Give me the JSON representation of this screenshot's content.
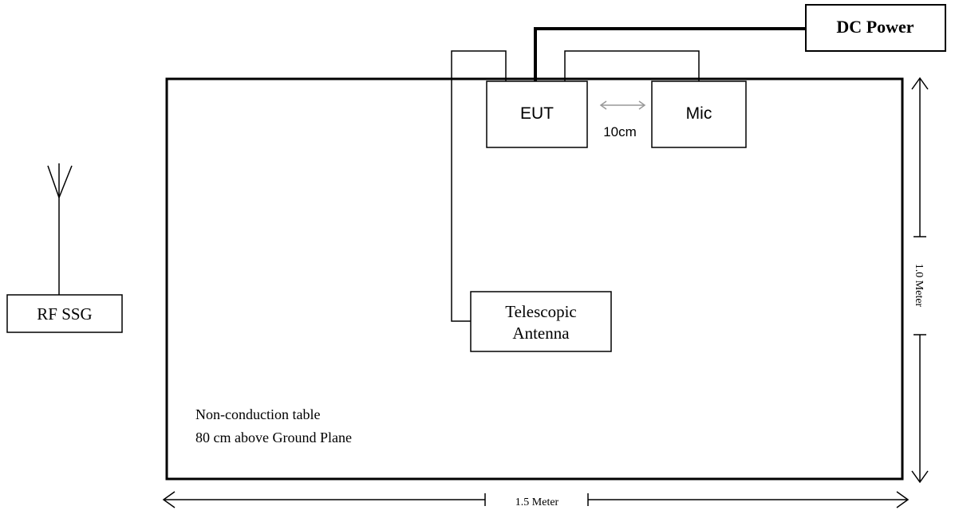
{
  "boxes": {
    "dc_power": "DC Power",
    "eut": "EUT",
    "mic": "Mic",
    "rf_ssg": "RF SSG",
    "antenna_line1": "Telescopic",
    "antenna_line2": "Antenna"
  },
  "annotations": {
    "spacing": "10cm",
    "table_line1": "Non-conduction table",
    "table_line2": "80 cm above Ground Plane"
  },
  "dimensions": {
    "width": "1.5 Meter",
    "height": "1.0 Meter"
  },
  "colors": {
    "line": "#000000",
    "spacing_arrow": "#999999"
  }
}
